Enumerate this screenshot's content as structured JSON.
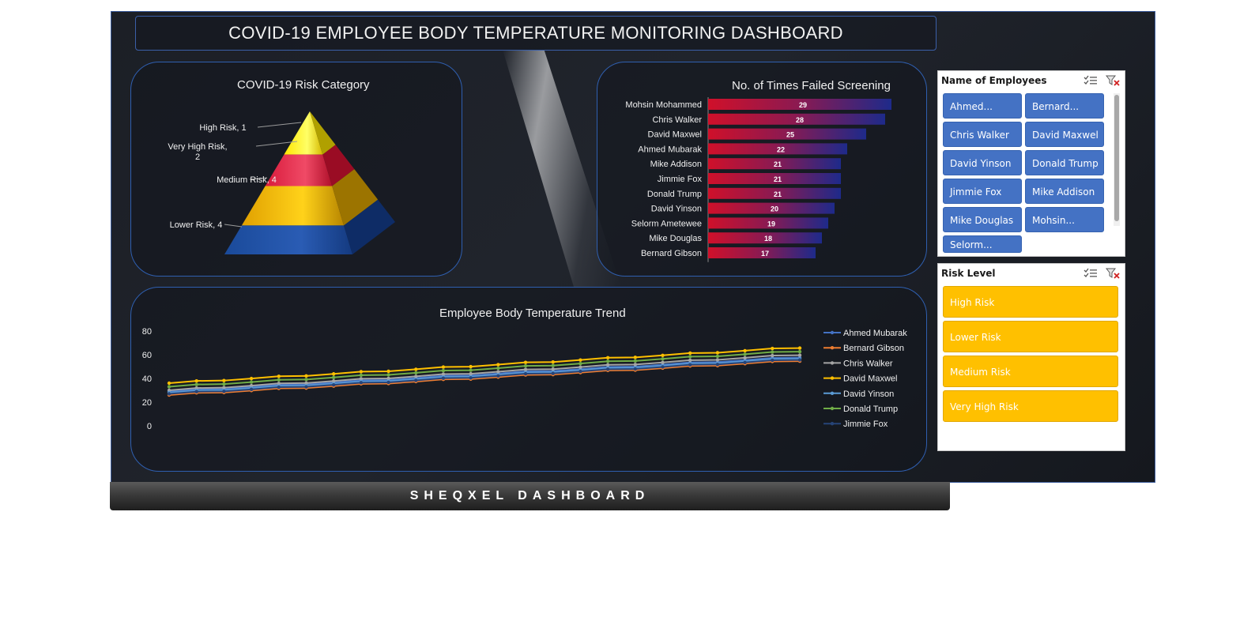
{
  "dashboard": {
    "title": "COVID-19 EMPLOYEE BODY TEMPERATURE MONITORING DASHBOARD",
    "footer": "SHEQXEL DASHBOARD"
  },
  "chart_data": [
    {
      "type": "pyramid",
      "title": "COVID-19 Risk Category",
      "categories": [
        "High Risk",
        "Very High Risk",
        "Medium Risk",
        "Lower Risk"
      ],
      "labels": [
        "High Risk, 1",
        "Very High Risk,",
        "2",
        "Medium Risk, 4",
        "Lower Risk, 4"
      ],
      "values": [
        1,
        2,
        4,
        4
      ],
      "colors": [
        "#ffff33",
        "#e8344e",
        "#f2b600",
        "#1f4fa0"
      ]
    },
    {
      "type": "bar",
      "orientation": "horizontal",
      "title": "No. of Times Failed Screening",
      "categories": [
        "Mohsin Mohammed",
        "Chris Walker",
        "David Maxwel",
        "Ahmed Mubarak",
        "Mike Addison",
        "Jimmie Fox",
        "Donald Trump",
        "David Yinson",
        "Selorm Ametewee",
        "Mike Douglas",
        "Bernard Gibson"
      ],
      "values": [
        29,
        28,
        25,
        22,
        21,
        21,
        21,
        20,
        19,
        18,
        17
      ],
      "colors": [
        "#c8102e",
        "#2a2a8c"
      ]
    },
    {
      "type": "line",
      "title": "Employee Body Temperature Trend",
      "ylim": [
        0,
        80
      ],
      "yticks": [
        "0",
        "20",
        "40",
        "60",
        "80"
      ],
      "legend": "right",
      "series": [
        {
          "name": "Ahmed Mubarak",
          "color": "#4472c4",
          "start": 29,
          "end": 58
        },
        {
          "name": "Bernard Gibson",
          "color": "#ed7d31",
          "start": 26,
          "end": 55
        },
        {
          "name": "Chris Walker",
          "color": "#a5a5a5",
          "start": 30,
          "end": 60
        },
        {
          "name": "David Maxwel",
          "color": "#ffc000",
          "start": 36,
          "end": 66
        },
        {
          "name": "David Yinson",
          "color": "#5b9bd5",
          "start": 28,
          "end": 57
        },
        {
          "name": "Donald Trump",
          "color": "#70ad47",
          "start": 33,
          "end": 63
        },
        {
          "name": "Jimmie Fox",
          "color": "#264478",
          "start": 27,
          "end": 56
        }
      ],
      "points": 24
    }
  ],
  "slicers": {
    "employees": {
      "title": "Name of Employees",
      "items": [
        "Ahmed...",
        "Bernard...",
        "Chris Walker",
        "David Maxwel",
        "David Yinson",
        "Donald Trump",
        "Jimmie Fox",
        "Mike Addison",
        "Mike Douglas",
        "Mohsin...",
        "Selorm..."
      ]
    },
    "risk": {
      "title": "Risk Level",
      "items": [
        "High Risk",
        "Lower Risk",
        "Medium Risk",
        "Very High Risk"
      ]
    },
    "icons": {
      "multi_select": "multi-select-icon",
      "clear_filter": "clear-filter-icon"
    }
  }
}
